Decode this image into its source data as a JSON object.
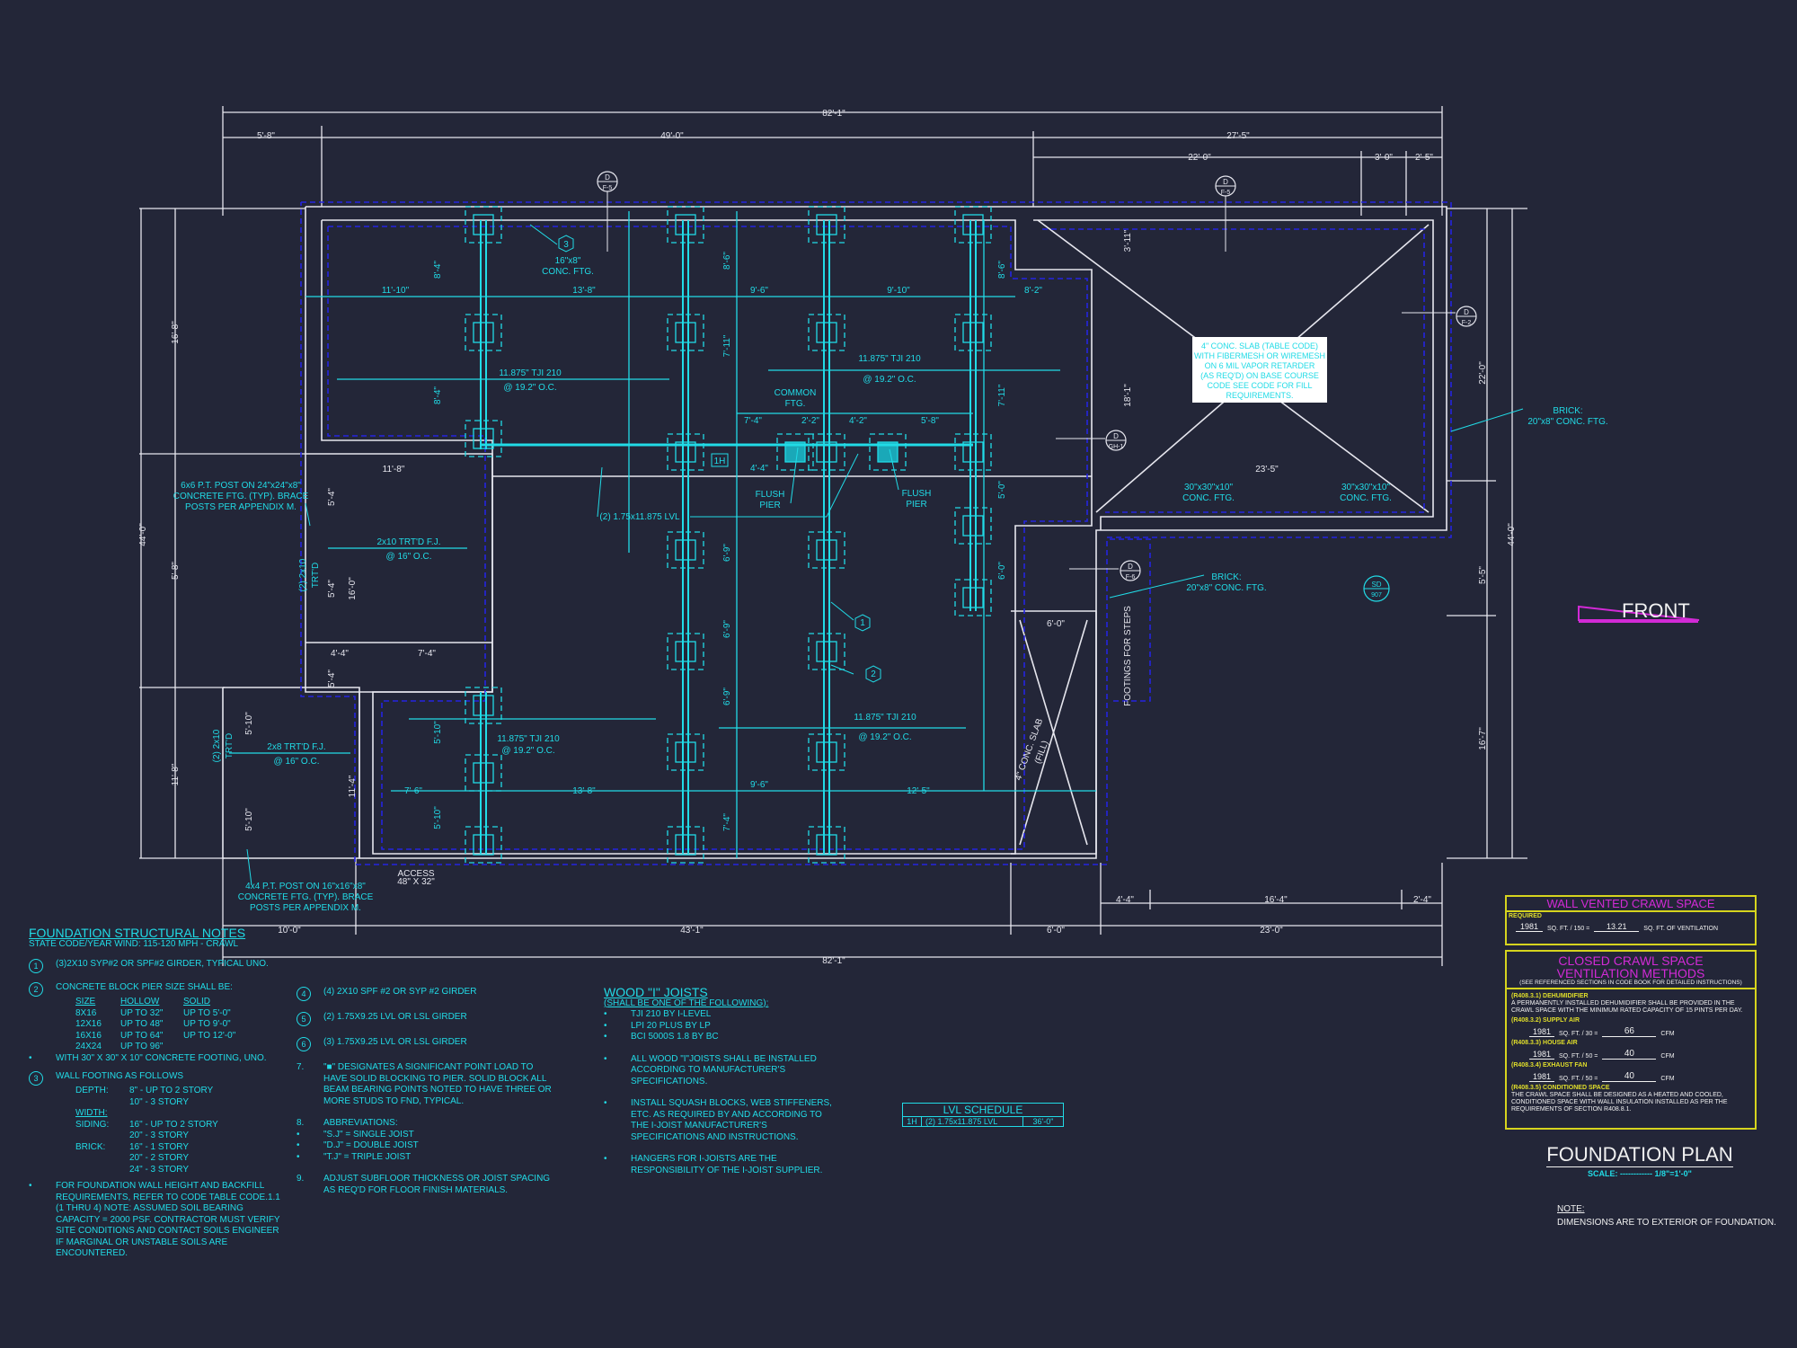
{
  "dimensions": {
    "top_overall": "82'-1\"",
    "top_segments": [
      "5'-8\"",
      "49'-0\"",
      "27'-5\""
    ],
    "top_right_segments": [
      "22'-0\"",
      "3'-0\"",
      "2'-5\""
    ],
    "bottom_segments": [
      "10'-0\"",
      "43'-1\"",
      "6'-0\"",
      "23'-0\""
    ],
    "bottom_right_segments": [
      "4'-4\"",
      "16'-4\"",
      "2'-4\""
    ],
    "bottom_overall": "82'-1\"",
    "left_overall": "44'-0\"",
    "left_segments": [
      "16'-8\"",
      "5'-8\"",
      "11'-8\""
    ],
    "right_overall": "44'-0\"",
    "right_segments": [
      "22'-0\"",
      "5'-5\"",
      "16'-7\""
    ],
    "interior_top_row": [
      "11'-10\"",
      "13'-8\"",
      "9'-6\"",
      "9'-10\"",
      "8'-2\""
    ],
    "interior_bottom_row": [
      "7'-6\"",
      "13'-8\"",
      "9'-6\"",
      "12'-5\""
    ],
    "lvl_row": [
      "7'-4\"",
      "2'-2\"",
      "4'-2\"",
      "5'-8\"",
      "4'-4\""
    ],
    "vertical_interior": [
      "8'-4\"",
      "8'-4\"",
      "8'-6\"",
      "7'-11\"",
      "8'-6\"",
      "7'-11\"",
      "5'-0\"",
      "6'-0\"",
      "6'-9\"",
      "6'-9\"",
      "6'-9\"",
      "7'-4\"",
      "5'-10\"",
      "5'-10\"",
      "3'-11\"",
      "18'-1\""
    ],
    "wing": [
      "11'-8\"",
      "4'-4\"",
      "7'-4\"",
      "5'-4\"",
      "5'-4\"",
      "5'-4\"",
      "16'-0\"",
      "5'-10\"",
      "5'-10\"",
      "11'-4\"",
      "23'-5\"",
      "6'-0\""
    ]
  },
  "plan_labels": {
    "conc_ftg_16x8": [
      "16\"x8\"",
      "CONC. FTG."
    ],
    "tji_top_left": [
      "11.875\" TJI 210",
      "@ 19.2\" O.C."
    ],
    "tji_top_right": [
      "11.875\" TJI 210",
      "@ 19.2\" O.C."
    ],
    "tji_bottom_left": [
      "11.875\" TJI 210",
      "@ 19.2\" O.C."
    ],
    "tji_bottom_right": [
      "11.875\" TJI 210",
      "@ 19.2\" O.C."
    ],
    "common_ftg": [
      "COMMON",
      "FTG."
    ],
    "flush_pier_1": [
      "FLUSH",
      "PIER"
    ],
    "flush_pier_2": [
      "FLUSH",
      "PIER"
    ],
    "lvl_callout": "(2) 1.75x11.875 LVL",
    "lvl_tag": "1H",
    "post_6x6": [
      "6x6 P.T. POST ON 24\"x24\"x8\"",
      "CONCRETE FTG. (TYP). BRACE",
      "POSTS PER APPENDIX M."
    ],
    "post_4x4": [
      "4x4 P.T. POST ON 16\"x16\"x8\"",
      "CONCRETE FTG. (TYP). BRACE",
      "POSTS PER APPENDIX M."
    ],
    "fj_2x10": [
      "2x10 TRT'D F.J.",
      "@ 16\" O.C."
    ],
    "fj_2x8": [
      "2x8 TRT'D F.J.",
      "@ 16\" O.C."
    ],
    "girder_2x10_a": [
      "(2) 2x10",
      "TRT'D"
    ],
    "girder_2x10_b": [
      "(2) 2x10",
      "TRT'D"
    ],
    "access": [
      "ACCESS",
      "48\" X 32\""
    ],
    "slab_note": [
      "4\" CONC. SLAB (TABLE CODE)",
      "WITH FIBERMESH OR WIREMESH",
      "ON 6 MIL VAPOR RETARDER",
      "(AS REQ'D) ON BASE COURSE",
      "CODE SEE CODE FOR FILL",
      "REQUIREMENTS."
    ],
    "ftg_30_a": [
      "30\"x30\"x10\"",
      "CONC. FTG."
    ],
    "ftg_30_b": [
      "30\"x30\"x10\"",
      "CONC. FTG."
    ],
    "brick_right": [
      "BRICK:",
      "20\"x8\" CONC. FTG."
    ],
    "brick_porch": [
      "BRICK:",
      "20\"x8\" CONC. FTG."
    ],
    "footing_steps": "FOOTINGS FOR STEPS",
    "porch_slab": [
      "4\" CONC. SLAB",
      "(FILL)"
    ],
    "tags": {
      "t1": "1",
      "t2": "2",
      "t3": "3"
    },
    "section_marks": [
      {
        "top": "D",
        "bottom": "F-5"
      },
      {
        "top": "D",
        "bottom": "F-5"
      },
      {
        "top": "D",
        "bottom": "F-2"
      },
      {
        "top": "D",
        "bottom": "GH-1"
      },
      {
        "top": "D",
        "bottom": "F-6"
      },
      {
        "top": "SD",
        "bottom": "907"
      }
    ],
    "front": "FRONT"
  },
  "notes": {
    "title": "FOUNDATION STRUCTURAL NOTES",
    "subtitle": "STATE CODE/YEAR Wind: 115-120 mph - CRAWL",
    "n1": {
      "num": "1",
      "text": "(3)2x10 SYP#2 OR SPF#2 GIRDER, TYPICAL UNO."
    },
    "n2": {
      "num": "2",
      "text": "CONCRETE BLOCK PIER SIZE SHALL BE:",
      "headers": [
        "SIZE",
        "HOLLOW",
        "SOLID"
      ],
      "rows": [
        [
          "8x16",
          "UP TO 32\"",
          "UP TO 5'-0\""
        ],
        [
          "12x16",
          "UP TO 48\"",
          "UP TO 9'-0\""
        ],
        [
          "16x16",
          "UP TO 64\"",
          "UP TO 12'-0\""
        ],
        [
          "24x24",
          "UP TO 96\"",
          ""
        ]
      ],
      "footer": "WITH 30\" x 30\" x 10\" CONCRETE FOOTING, UNO."
    },
    "n3": {
      "num": "3",
      "text": "WALL FOOTING AS FOLLOWS",
      "depth_label": "DEPTH:",
      "depth": [
        "8\" - UP TO 2 STORY",
        "10\" - 3 STORY"
      ],
      "width_label": "WIDTH:",
      "siding_label": "SIDING:",
      "siding": [
        "16\" - UP TO 2 STORY",
        "20\" - 3 STORY"
      ],
      "brick_label": "BRICK:",
      "brick": [
        "16\" - 1 STORY",
        "20\" - 2 STORY",
        "24\" - 3 STORY"
      ],
      "footer": "FOR FOUNDATION WALL HEIGHT AND BACKFILL REQUIREMENTS, REFER TO CODE TABLE CODE.1.1 (1 THRU 4) NOTE: ASSUMED SOIL BEARING CAPACITY = 2000 PSF. CONTRACTOR MUST VERIFY SITE CONDITIONS AND CONTACT SOILS ENGINEER IF MARGINAL OR UNSTABLE SOILS ARE ENCOUNTERED."
    },
    "n4": {
      "num": "4",
      "text": "(4) 2x10 SPF #2 OR SYP #2 GIRDER"
    },
    "n5": {
      "num": "5",
      "text": "(2) 1.75x9.25 LVL OR LSL GIRDER"
    },
    "n6": {
      "num": "6",
      "text": "(3) 1.75x9.25 LVL OR LSL GIRDER"
    },
    "n7": {
      "num": "7.",
      "text": "\"■\" DESIGNATES A SIGNIFICANT POINT LOAD TO HAVE SOLID BLOCKING TO PIER. SOLID BLOCK ALL BEAM BEARING POINTS NOTED TO HAVE THREE OR MORE STUDS TO FND, TYPICAL."
    },
    "n8": {
      "num": "8.",
      "text": "ABBREVIATIONS:",
      "items": [
        "\"S.J\" = SINGLE JOIST",
        "\"D.J\" = DOUBLE JOIST",
        "\"T.J\" = TRIPLE JOIST"
      ]
    },
    "n9": {
      "num": "9.",
      "text": "ADJUST SUBFLOOR THICKNESS OR JOIST SPACING AS REQ'D FOR FLOOR FINISH MATERIALS."
    }
  },
  "joists": {
    "title": "WOOD \"I\" JOISTS",
    "subtitle": "(SHALL BE ONE OF THE FOLLOWING):",
    "options": [
      "TJI 210 BY I-LEVEL",
      "LPI 20 PLUS BY LP",
      "BCI 5000s 1.8 BY BC"
    ],
    "bullets": [
      "ALL WOOD \"I\"JOISTS SHALL BE INSTALLED ACCORDING TO MANUFACTURER'S SPECIFICATIONS.",
      "INSTALL SQUASH BLOCKS, WEB STIFFENERS, ETC. AS REQUIRED BY AND ACCORDING TO THE I-JOIST MANUFACTURER'S SPECIFICATIONS AND INSTRUCTIONS.",
      "HANGERS FOR I-JOISTS ARE THE RESPONSIBILITY OF THE I-JOIST SUPPLIER."
    ]
  },
  "lvl_schedule": {
    "title": "LVL SCHEDULE",
    "row": [
      "1H",
      "(2) 1.75x11.875 LVL",
      "36'-0\""
    ]
  },
  "wall_vented": {
    "title": "WALL VENTED CRAWL SPACE",
    "required_label": "REQUIRED",
    "area": "1981",
    "op": "SQ. FT. / 150 =",
    "result": "13.21",
    "unit": "SQ. FT. OF VENTILATION"
  },
  "closed_crawl": {
    "title": [
      "CLOSED CRAWL SPACE",
      "VENTILATION METHODS"
    ],
    "subtitle": "(SEE REFERENCED SECTIONS IN CODE BOOK FOR DETAILED INSTRUCTIONS)",
    "dehumidifier": {
      "label": "(R408.3.1) DEHUMIDIFIER",
      "text": "A PERMANENTLY INSTALLED DEHUMIDIFIER SHALL BE PROVIDED IN THE CRAWL SPACE WITH THE MINIMUM RATED CAPACITY OF 15 PINTS PER DAY."
    },
    "supply": {
      "label": "(R408.3.2) SUPPLY AIR",
      "area": "1981",
      "op": "SQ. FT. / 30 =",
      "value": "66",
      "unit": "CFM"
    },
    "house": {
      "label": "(R408.3.3) HOUSE AIR",
      "area": "1981",
      "op": "SQ. FT. / 50 =",
      "value": "40",
      "unit": "CFM"
    },
    "exhaust": {
      "label": "(R408.3.4) EXHAUST FAN",
      "area": "1981",
      "op": "SQ. FT. / 50 =",
      "value": "40",
      "unit": "CFM"
    },
    "conditioned": {
      "label": "(R408.3.5) CONDITIONED SPACE",
      "text": "THE CRAWL SPACE SHALL BE DESIGNED AS A HEATED AND COOLED, CONDITIONED SPACE WITH WALL INSULATION INSTALLED AS PER THE REQUIREMENTS OF SECTION R408.8.1."
    }
  },
  "title_block": {
    "title": "FOUNDATION PLAN",
    "scale": "SCALE: ------------ 1/8\"=1'-0\"",
    "note_label": "NOTE:",
    "note": "DIMENSIONS ARE TO EXTERIOR OF FOUNDATION."
  },
  "colors": {
    "background": "#232638",
    "lines": "#e6e6ee",
    "structure": "#21dbe6",
    "footing": "#2424e0",
    "accent": "#d22ad6",
    "table": "#d6d41e"
  }
}
